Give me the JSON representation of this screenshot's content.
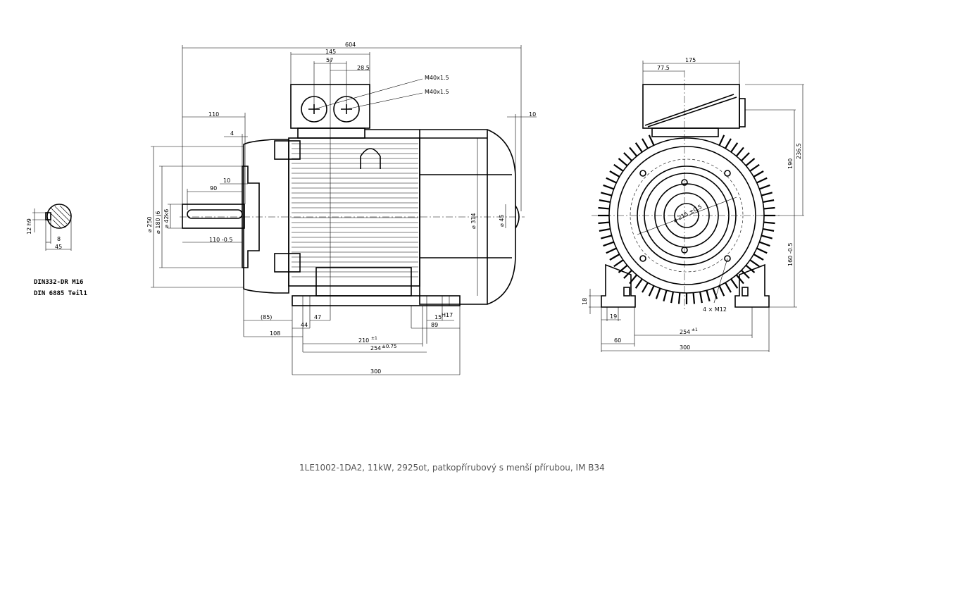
{
  "caption": "1LE1002-1DA2, 11kW, 2925ot, patkopřírubový s menší přírubou, IM B34",
  "shaft_detail": {
    "key_height": "12 h9",
    "key_width": "8",
    "shaft_dia_half": "45",
    "standard_1": "DIN332-DR M16",
    "standard_2": "DIN 6885 Teil1"
  },
  "side_view": {
    "overall_length": "604",
    "terminal_box_width": "145",
    "gland_offset_1": "57",
    "gland_offset_2": "28.5",
    "gland_1": "M40x1.5",
    "gland_2": "M40x1.5",
    "shaft_extension": "110",
    "flange_offset": "4",
    "keyway_length": "90",
    "keyway_offset": "10",
    "shaft_length_tol": "110 -0.5",
    "flange_dia": "⌀ 250",
    "spigot_dia": "⌀ 180 j6",
    "shaft_dia": "⌀ 42k6",
    "body_dia": "⌀ 314",
    "rear_dia": "⌀ 45",
    "rear_offset": "10",
    "dim_85": "(85)",
    "dim_44": "44",
    "dim_47": "47",
    "dim_108": "108",
    "dim_15": "15",
    "dim_h17": "H17",
    "dim_89": "89",
    "dim_210": "210",
    "dim_210_tol": "±1",
    "dim_254": "254",
    "dim_254_tol": "±0.75",
    "dim_300": "300"
  },
  "end_view": {
    "box_width": "175",
    "box_offset": "77.5",
    "height_236": "236.5",
    "height_190": "190",
    "shaft_height": "160 -0.5",
    "pcd": "⌀ 215 ±0.5",
    "bolts": "4 × M12",
    "foot_thickness": "18",
    "foot_hole": "19",
    "foot_spacing": "254",
    "foot_spacing_tol": "±1",
    "foot_edge": "60",
    "overall_width": "300"
  }
}
